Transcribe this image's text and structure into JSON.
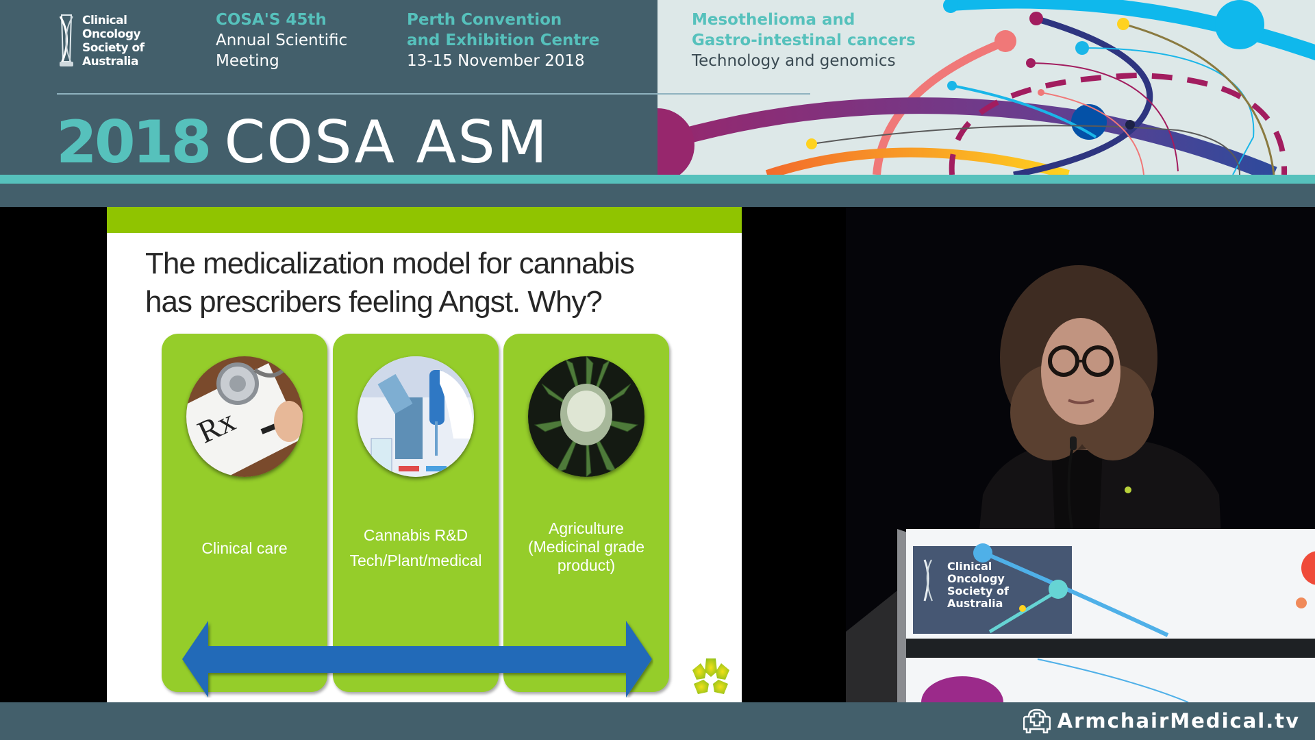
{
  "header": {
    "org_logo": {
      "lines": [
        "Clinical",
        "Oncology",
        "Society of",
        "Australia"
      ],
      "icon": "cosa-column-logo-icon"
    },
    "meeting": {
      "highlight": "COSA'S 45th",
      "lines": [
        "Annual Scientific",
        "Meeting"
      ]
    },
    "venue": {
      "highlight_lines": [
        "Perth Convention",
        "and Exhibition Centre"
      ],
      "date": "13-15 November 2018"
    },
    "themes": {
      "highlight_lines": [
        "Mesothelioma and",
        "Gastro-intestinal cancers"
      ],
      "subtitle": "Technology and genomics"
    },
    "event_title": {
      "year": "2018",
      "name": "COSA ASM"
    },
    "colors": {
      "background": "#435f6b",
      "accent_teal": "#56c1bc",
      "art_background": "#dde8e8"
    }
  },
  "slide": {
    "title_lines": [
      "The medicalization model for cannabis",
      "has prescribers feeling Angst. Why?"
    ],
    "top_band_color": "#90c400",
    "cards": [
      {
        "image": "prescription-stethoscope-photo",
        "label_lines": [
          "Clinical care"
        ]
      },
      {
        "image": "lab-microscope-pipette-photo",
        "label_lines": [
          "Cannabis R&D",
          "Tech/Plant/medical"
        ]
      },
      {
        "image": "cannabis-plant-photo",
        "label_lines": [
          "Agriculture",
          "(Medicinal grade",
          "product)"
        ]
      }
    ],
    "card_color": "#95cd2a",
    "arrow": {
      "type": "double-headed",
      "color": "#236bb8"
    },
    "corner_logo": "flower-logo-icon"
  },
  "video": {
    "description": "Speaker at podium",
    "podium_sign": {
      "lines": [
        "Clinical",
        "Oncology",
        "Society of",
        "Australia"
      ]
    }
  },
  "footer": {
    "brand": "ArmchairMedical.tv",
    "icon": "armchair-cross-icon"
  }
}
